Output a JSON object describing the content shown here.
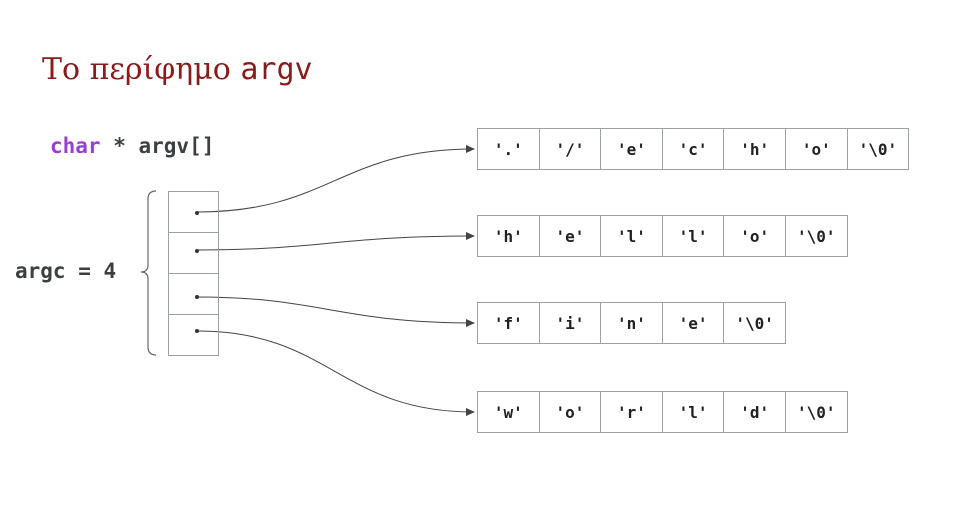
{
  "title": {
    "text": "Το περίφημο ",
    "code": "argv"
  },
  "declaration": {
    "keyword": "char",
    "rest": " * argv[]"
  },
  "argc_label": "argc = 4",
  "argv_slots": 4,
  "strings": [
    [
      "'.'",
      "'/'",
      "'e'",
      "'c'",
      "'h'",
      "'o'",
      "'\\0'"
    ],
    [
      "'h'",
      "'e'",
      "'l'",
      "'l'",
      "'o'",
      "'\\0'"
    ],
    [
      "'f'",
      "'i'",
      "'n'",
      "'e'",
      "'\\0'"
    ],
    [
      "'w'",
      "'o'",
      "'r'",
      "'l'",
      "'d'",
      "'\\0'"
    ]
  ],
  "colors": {
    "title": "#8b1a1a",
    "keyword": "#9b3fd0",
    "code": "#3c4043",
    "border": "#9aa0a6",
    "arrow": "#444444"
  }
}
